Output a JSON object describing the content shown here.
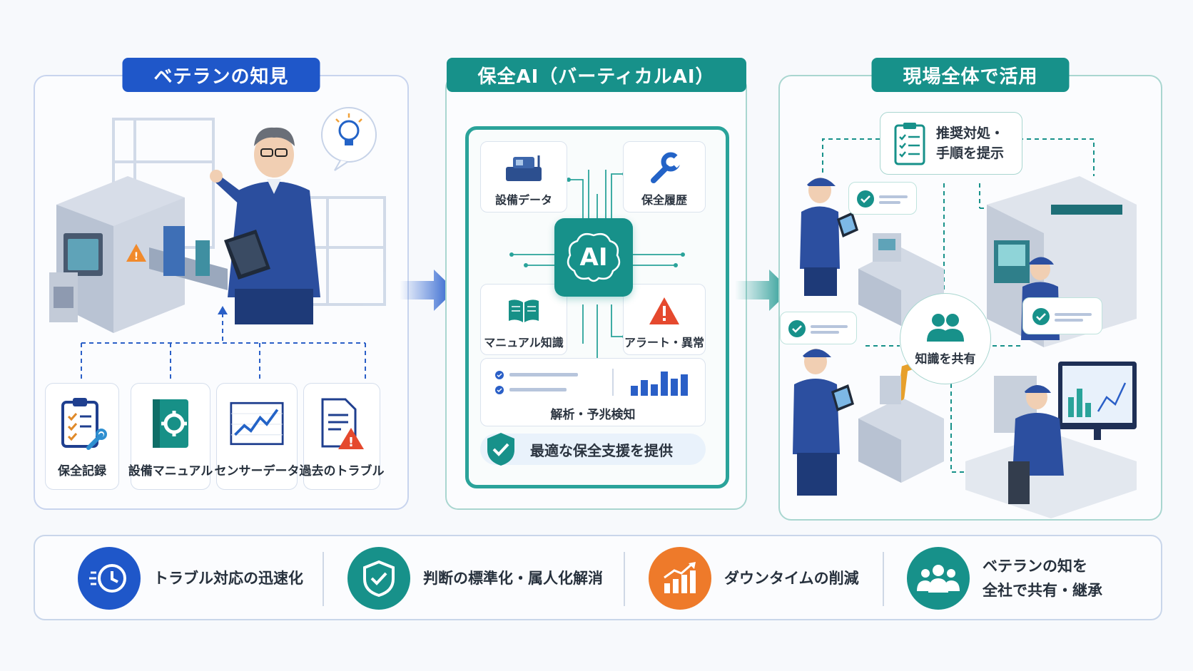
{
  "panel_left": {
    "title": "ベテランの知見",
    "sources": [
      "保全記録",
      "設備マニュアル",
      "センサーデータ",
      "過去のトラブル"
    ]
  },
  "panel_center": {
    "title": "保全AI（バーティカルAI）",
    "inputs": {
      "equipment_data": "設備データ",
      "maintenance_history": "保全履歴",
      "manual_knowledge": "マニュアル知識",
      "alerts": "アラート・異常"
    },
    "ai_label": "AI",
    "analysis_label": "解析・予兆検知",
    "result_label": "最適な保全支援を提供"
  },
  "panel_right": {
    "title": "現場全体で活用",
    "recommend_line1": "推奨対処・",
    "recommend_line2": "手順を提示",
    "share_label": "知識を共有"
  },
  "benefits": {
    "b1": "トラブル対応の迅速化",
    "b2": "判断の標準化・属人化解消",
    "b3": "ダウンタイムの削減",
    "b4_line1": "ベテランの知を",
    "b4_line2": "全社で共有・継承"
  },
  "colors": {
    "blue": "#1f57c9",
    "teal": "#17918a",
    "orange": "#ee7a2a",
    "worker_blue": "#2c4fa0"
  }
}
